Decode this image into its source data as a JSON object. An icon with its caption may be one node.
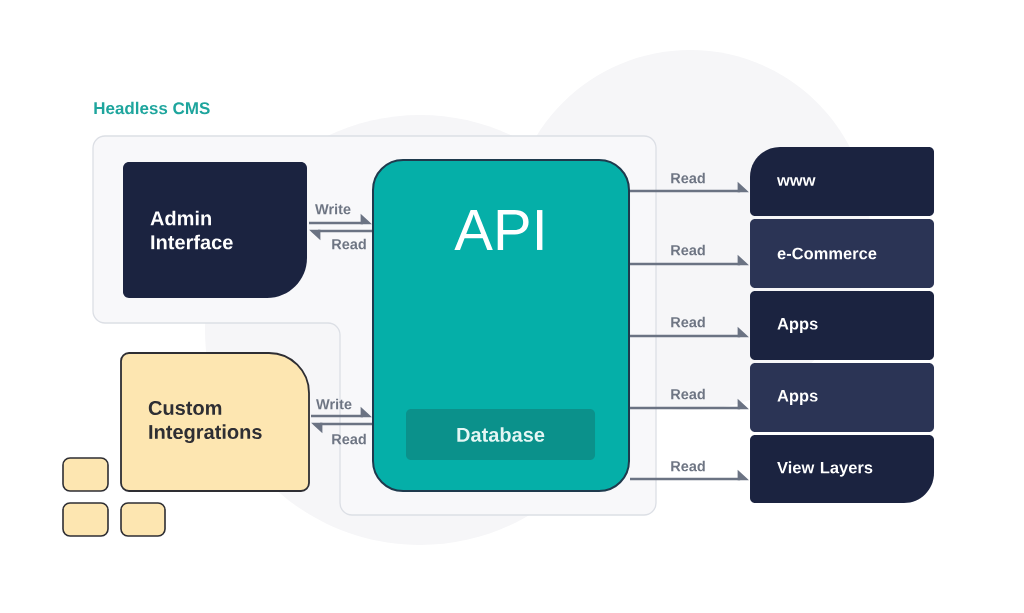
{
  "diagram": {
    "nodes": [
      {
        "text": [
          "Headless CMS"
        ]
      },
      {
        "text": [
          "Admin Interface"
        ],
        "in": 0
      },
      {
        "text": [
          "API"
        ],
        "in": 0
      },
      {
        "text": [
          "Database"
        ],
        "in": 2
      },
      {
        "text": [
          "Custom Integrations"
        ]
      },
      {
        "text": [],
        "shape": "box"
      },
      {
        "text": [],
        "shape": "box"
      },
      {
        "text": [],
        "shape": "box"
      },
      {
        "text": [
          "www"
        ]
      },
      {
        "text": [
          "e-Commerce"
        ]
      },
      {
        "text": [
          "Apps"
        ]
      },
      {
        "text": [
          "Apps"
        ]
      },
      {
        "text": [
          "View Layers"
        ]
      }
    ],
    "edges": [
      {
        "from": 1,
        "to": 2,
        "arrow": "to",
        "label": "Write"
      },
      {
        "from": 2,
        "to": 1,
        "arrow": "to",
        "label": "Read"
      },
      {
        "from": 4,
        "to": 2,
        "arrow": "to",
        "label": "Write"
      },
      {
        "from": 2,
        "to": 4,
        "arrow": "to",
        "label": "Read"
      },
      {
        "from": 2,
        "to": 8,
        "arrow": "to",
        "label": "Read"
      },
      {
        "from": 2,
        "to": 9,
        "arrow": "to",
        "label": "Read"
      },
      {
        "from": 2,
        "to": 10,
        "arrow": "to",
        "label": "Read"
      },
      {
        "from": 2,
        "to": 11,
        "arrow": "to",
        "label": "Read"
      },
      {
        "from": 2,
        "to": 12,
        "arrow": "to",
        "label": "Read"
      }
    ]
  }
}
